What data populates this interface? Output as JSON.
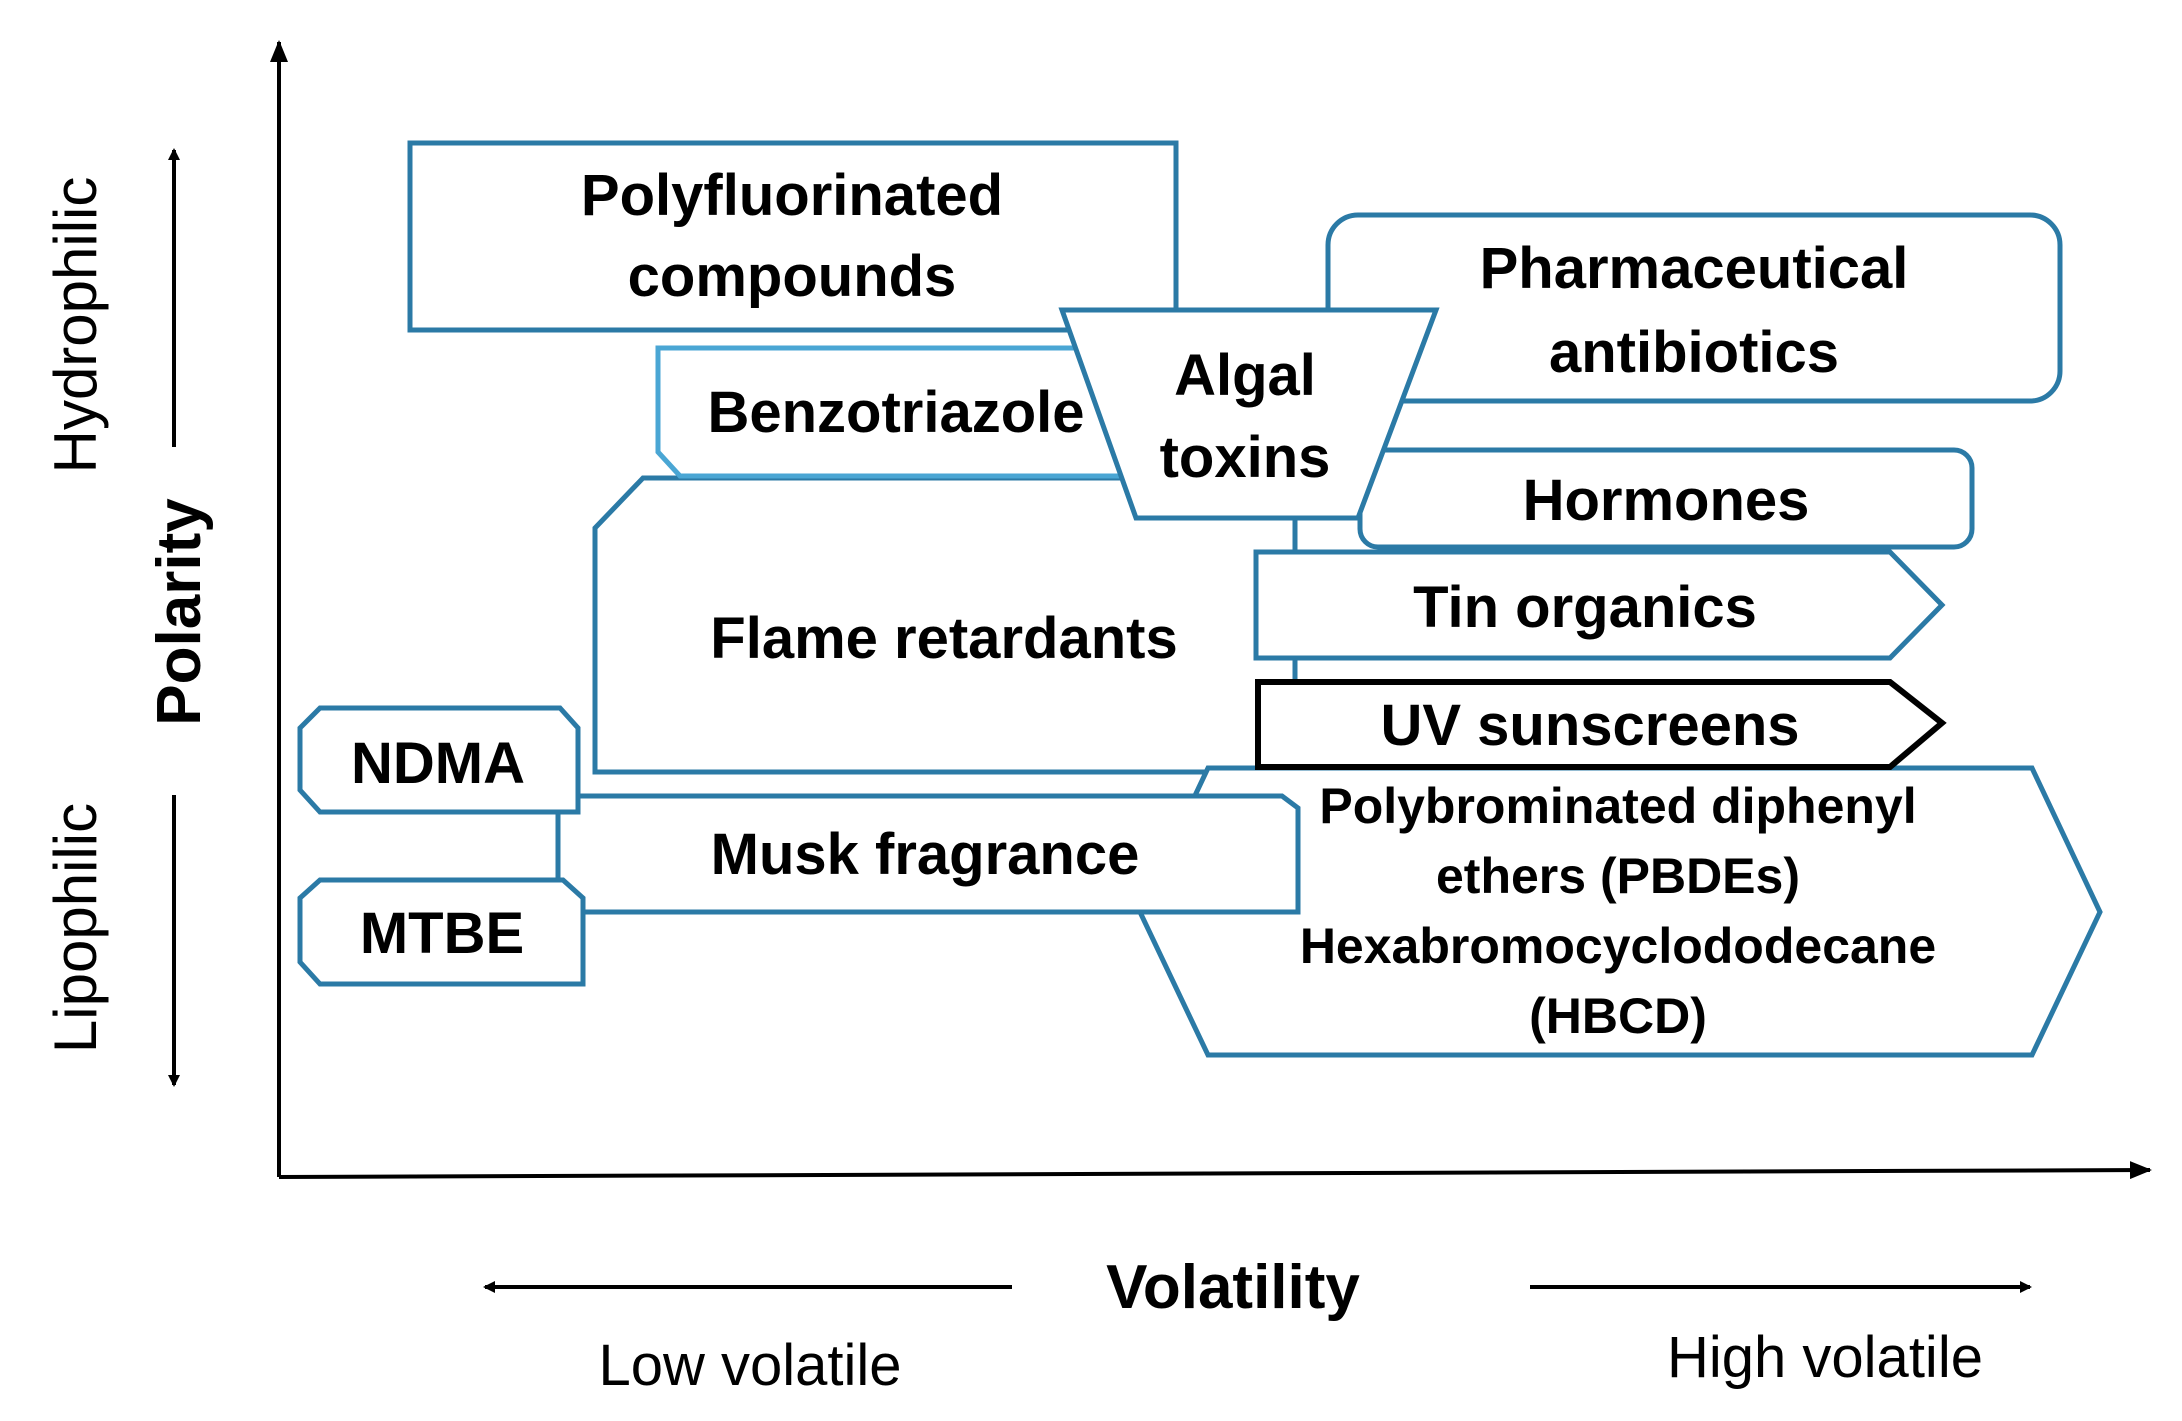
{
  "axes": {
    "y_title": "Polarity",
    "y_top": "Hydrophilic",
    "y_bottom": "Lipophilic",
    "x_title": "Volatility",
    "x_left": "Low volatile",
    "x_right": "High volatile"
  },
  "colors": {
    "box_stroke": "#2b7aa6",
    "box_stroke_light": "#4aa6d4",
    "box_stroke_dark": "#000000",
    "text": "#000000"
  },
  "groups": {
    "polyfluorinated": [
      "Polyfluorinated",
      "compounds"
    ],
    "pharmaceutical": [
      "Pharmaceutical",
      "antibiotics"
    ],
    "benzotriazole": "Benzotriazole",
    "algal": [
      "Algal",
      "toxins"
    ],
    "hormones": "Hormones",
    "flame": "Flame retardants",
    "tin": "Tin organics",
    "uv": "UV sunscreens",
    "ndma": "NDMA",
    "musk": "Musk fragrance",
    "mtbe": "MTBE",
    "pbde": [
      "Polybrominated diphenyl",
      "ethers (PBDEs)",
      "Hexabromocyclododecane",
      "(HBCD)"
    ]
  }
}
